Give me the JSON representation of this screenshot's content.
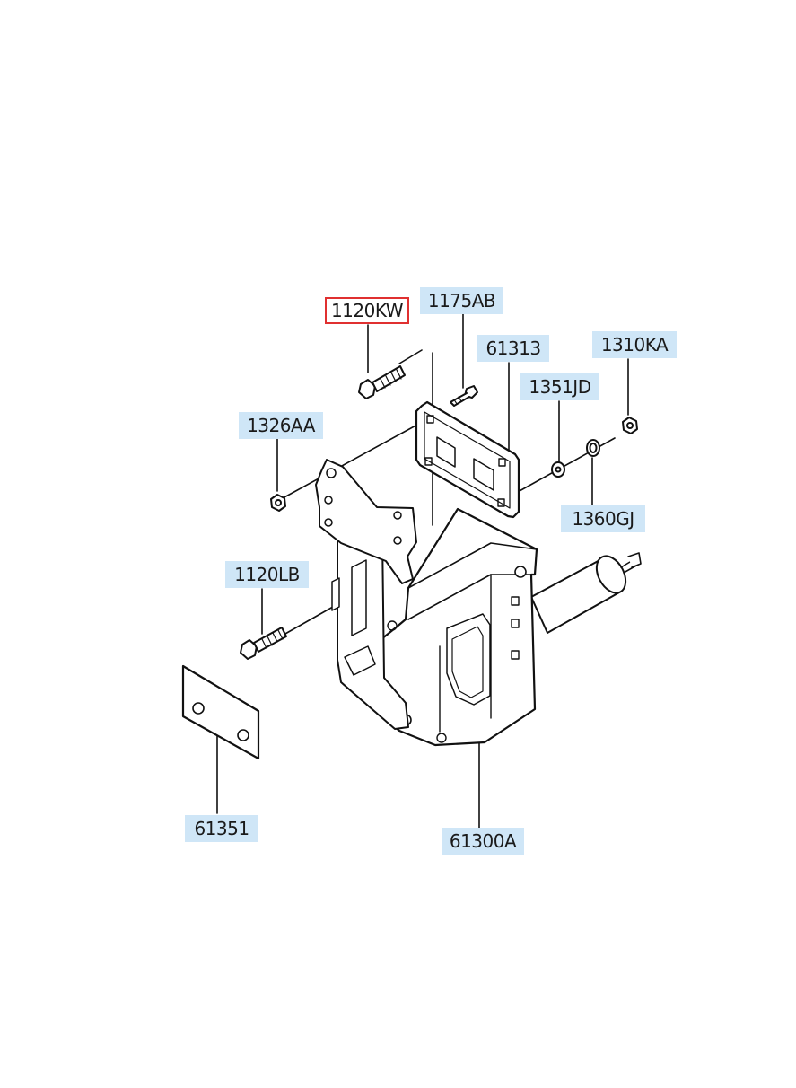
{
  "callouts": {
    "c1120KW": "1120KW",
    "c1175AB": "1175AB",
    "c61313": "61313",
    "c1310KA": "1310KA",
    "c1351JD": "1351JD",
    "c1326AA": "1326AA",
    "c1360GJ": "1360GJ",
    "c1120LB": "1120LB",
    "c61351": "61351",
    "c61300A": "61300A"
  },
  "selected_callout": "1120KW",
  "colors": {
    "label_background": "#cfe6f7",
    "selected_border": "#e03030",
    "line": "#111111"
  }
}
